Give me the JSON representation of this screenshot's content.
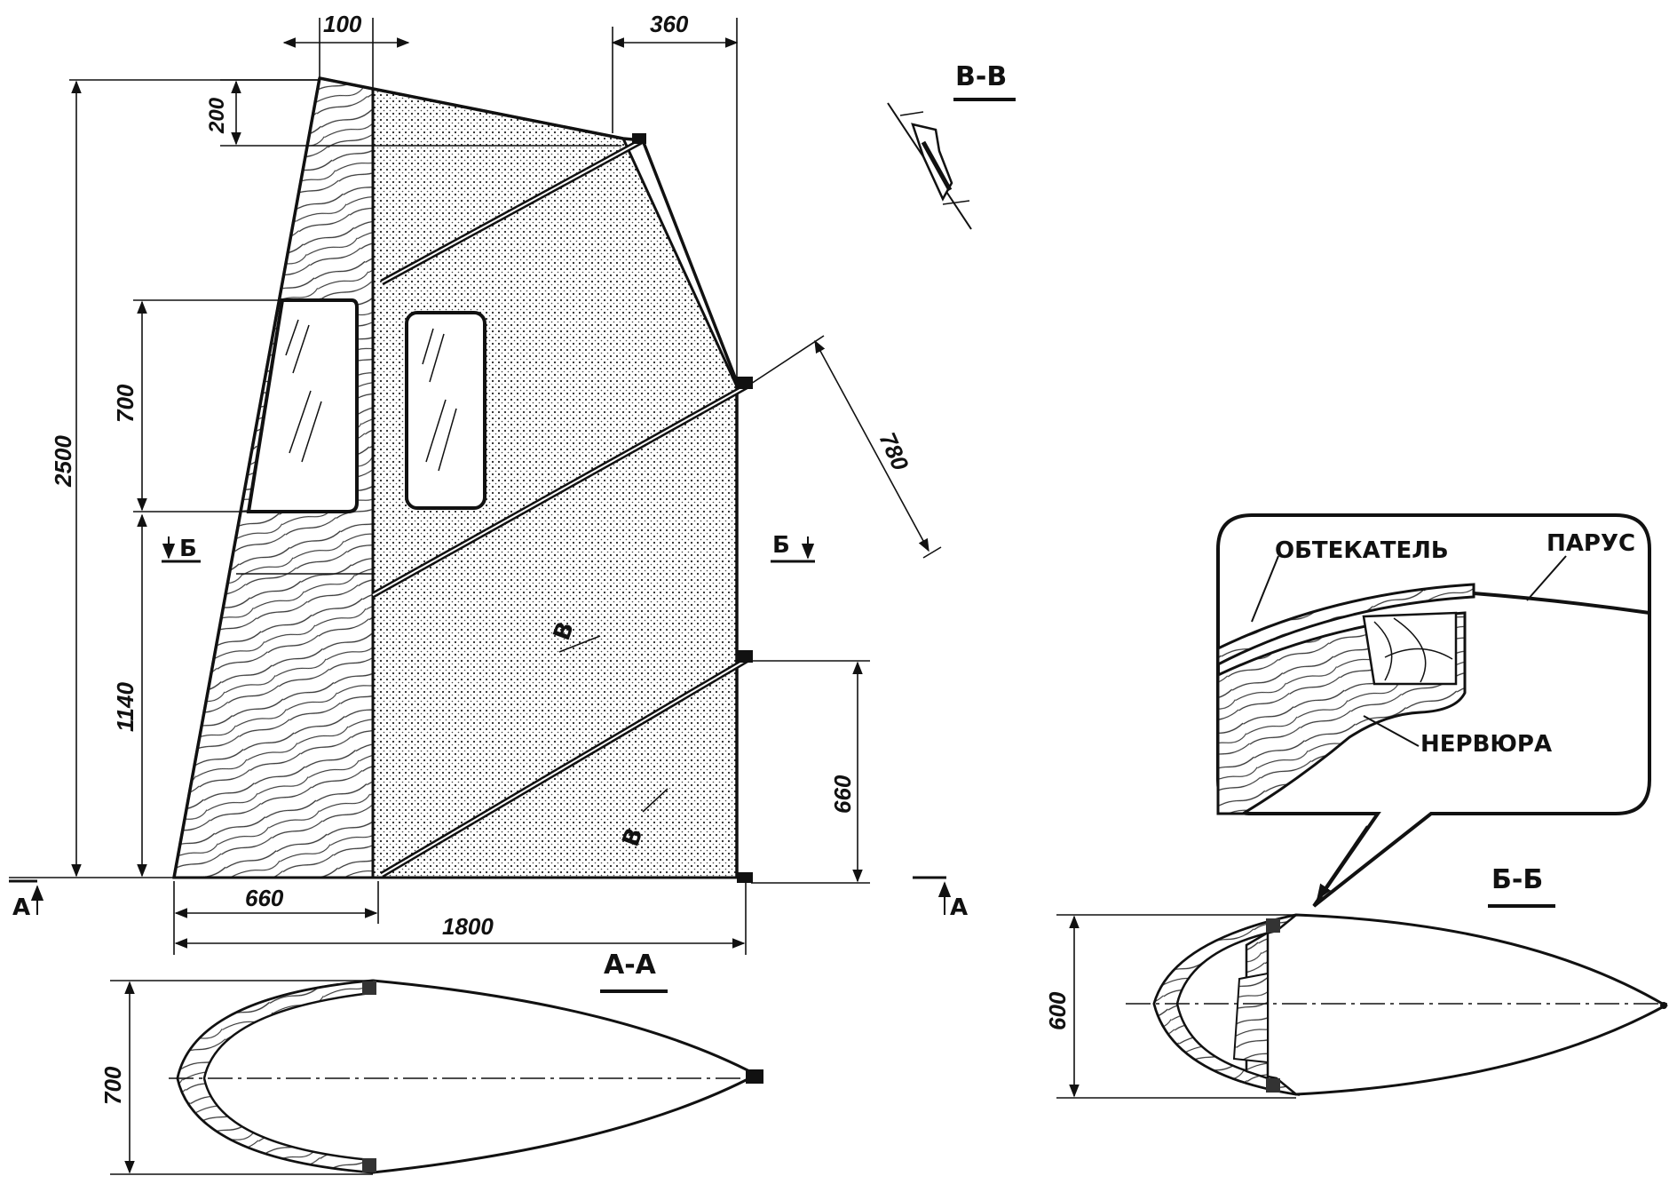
{
  "dimensions": {
    "d100": "100",
    "d360": "360",
    "d200": "200",
    "d2500": "2500",
    "d700_window": "700",
    "d1140": "1140",
    "d780": "780",
    "d660_right": "660",
    "d660_bottom": "660",
    "d1800": "1800",
    "d700_section": "700",
    "d600_section": "600"
  },
  "section_marks": {
    "a_left": "А",
    "a_right": "А",
    "b_left": "Б",
    "b_right": "Б",
    "v_upper": "В",
    "v_lower": "В"
  },
  "section_titles": {
    "vv": "В-В",
    "aa": "А-А",
    "bb": "Б-Б"
  },
  "callout_labels": {
    "fairing": "ОБТЕКАТЕЛЬ",
    "sail": "ПАРУС",
    "rib": "НЕРВЮРА"
  }
}
